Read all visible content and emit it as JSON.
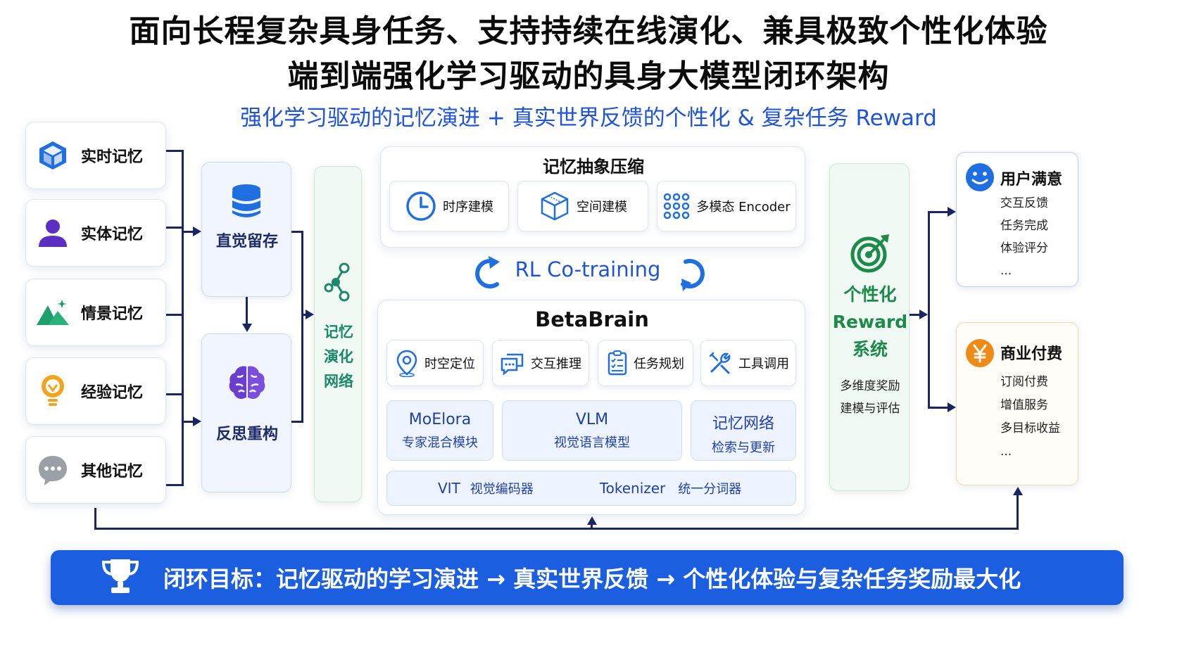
{
  "title": {
    "line1": "面向长程复杂具身任务、支持持续在线演化、兼具极致个性化体验",
    "line2": "端到端强化学习驱动的具身大模型闭环架构"
  },
  "subtitle": "强化学习驱动的记忆演进 + 真实世界反馈的个性化 & 复杂任务 Reward",
  "memory_types": [
    {
      "label": "实时记忆",
      "icon": "cube-icon",
      "color": "#1f6fe0"
    },
    {
      "label": "实体记忆",
      "icon": "person-icon",
      "color": "#5a2fc2"
    },
    {
      "label": "情景记忆",
      "icon": "mountain-icon",
      "color": "#1e9e6a"
    },
    {
      "label": "经验记忆",
      "icon": "lightbulb-icon",
      "color": "#f2a51c"
    },
    {
      "label": "其他记忆",
      "icon": "chat-bubble-icon",
      "color": "#9aa0a6"
    }
  ],
  "intuition": {
    "label": "直觉留存",
    "icon": "database-icon"
  },
  "reflection": {
    "label": "反思重构",
    "icon": "brain-icon"
  },
  "evolution_network": {
    "label": "记忆演化网络",
    "chars": [
      "记忆",
      "演化",
      "网络"
    ],
    "icon": "network-nodes-icon"
  },
  "memory_compression": {
    "title": "记忆抽象压缩",
    "items": [
      {
        "label": "时序建模",
        "icon": "clock-icon"
      },
      {
        "label": "空间建模",
        "icon": "3d-box-icon"
      },
      {
        "label": "多模态 Encoder",
        "icon": "dot-grid-icon"
      }
    ]
  },
  "rl": {
    "label": "RL Co-training"
  },
  "betabrain": {
    "title": "BetaBrain",
    "capabilities": [
      {
        "label": "时空定位",
        "icon": "location-pin-icon"
      },
      {
        "label": "交互推理",
        "icon": "chat-icon"
      },
      {
        "label": "任务规划",
        "icon": "clipboard-icon"
      },
      {
        "label": "工具调用",
        "icon": "tools-icon"
      }
    ],
    "modules": [
      {
        "title": "MoElora",
        "subtitle": "专家混合模块"
      },
      {
        "title": "VLM",
        "subtitle": "视觉语言模型"
      },
      {
        "title": "记忆网络",
        "subtitle": "检索与更新"
      }
    ],
    "encoder_row": {
      "vit": "VIT",
      "vit_desc": "视觉编码器",
      "tokenizer": "Tokenizer",
      "tokenizer_desc": "统一分词器"
    }
  },
  "reward": {
    "title_lines": [
      "个性化",
      "Reward",
      "系统"
    ],
    "desc_lines": [
      "多维度奖励",
      "建模与评估"
    ],
    "icon": "target-icon"
  },
  "user_satisfaction": {
    "title": "用户满意",
    "items": [
      "交互反馈",
      "任务完成",
      "体验评分",
      "..."
    ],
    "icon": "smiley-icon"
  },
  "business": {
    "title": "商业付费",
    "items": [
      "订阅付费",
      "增值服务",
      "多目标收益",
      "..."
    ],
    "icon": "yen-icon"
  },
  "goal": {
    "text": "闭环目标：记忆驱动的学习演进 → 真实世界反馈 → 个性化体验与复杂任务奖励最大化",
    "icon": "trophy-icon"
  },
  "colors": {
    "primary_blue": "#1b5fe0",
    "subtitle_blue": "#1f54d8",
    "green": "#1c8a4a",
    "navy_line": "#1c2563"
  }
}
